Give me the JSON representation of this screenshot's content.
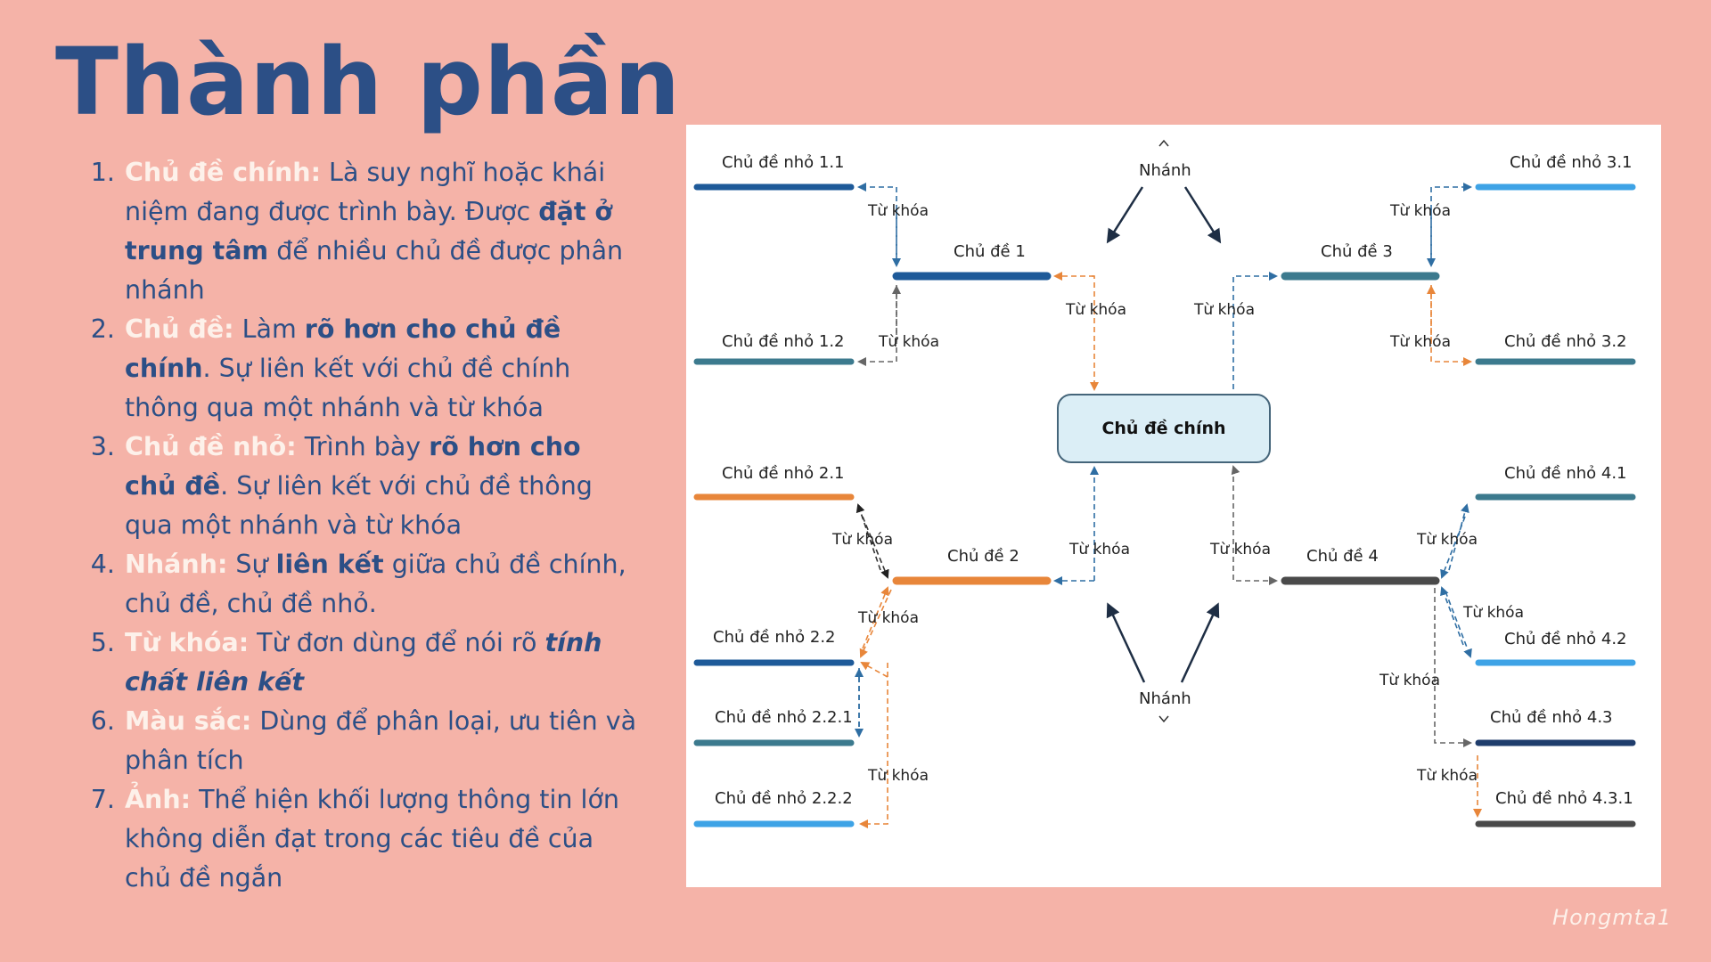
{
  "title": "Thành phần",
  "items": [
    {
      "term": "Chủ đề chính:",
      "text_a": " Là suy nghĩ hoặc khái niệm đang được trình bày. Được ",
      "emphasis_a": "đặt ở trung tâm",
      "text_b": " để nhiều chủ đề được phân nhánh"
    },
    {
      "term": "Chủ đề:",
      "text_a": " Làm ",
      "emphasis_a": "rõ hơn cho chủ đề chính",
      "text_b": ". Sự liên kết với chủ đề chính thông qua một nhánh và từ khóa"
    },
    {
      "term": "Chủ đề nhỏ:",
      "text_a": " Trình bày ",
      "emphasis_a": "rõ hơn cho chủ đề",
      "text_b": ". Sự liên kết với chủ đề thông qua một nhánh và từ khóa"
    },
    {
      "term": "Nhánh:",
      "text_a": " Sự ",
      "emphasis_a": "liên kết",
      "text_b": " giữa chủ đề chính, chủ đề, chủ đề nhỏ."
    },
    {
      "term": "Từ khóa:",
      "text_a": " Từ đơn dùng để nói rõ ",
      "emphasis_a": "tính chất liên kết",
      "text_b": ""
    },
    {
      "term": "Màu sắc:",
      "text_a": " Dùng để phân loại, ưu tiên và phân tích",
      "emphasis_a": "",
      "text_b": ""
    },
    {
      "term": "Ảnh:",
      "text_a": " Thể hiện khối lượng thông tin lớn không diễn đạt trong các tiêu đề của chủ đề ngắn",
      "emphasis_a": "",
      "text_b": ""
    }
  ],
  "diagram": {
    "central": "Chủ đề chính",
    "branch": "Nhánh",
    "keyword": "Từ khóa",
    "topics": [
      "Chủ đề 1",
      "Chủ đề 2",
      "Chủ đề 3",
      "Chủ đề 4"
    ],
    "subtopics": {
      "s11": "Chủ đề nhỏ 1.1",
      "s12": "Chủ đề nhỏ 1.2",
      "s21": "Chủ đề nhỏ 2.1",
      "s22": "Chủ đề nhỏ 2.2",
      "s221": "Chủ đề nhỏ 2.2.1",
      "s222": "Chủ đề nhỏ 2.2.2",
      "s31": "Chủ đề nhỏ 3.1",
      "s32": "Chủ đề nhỏ 3.2",
      "s41": "Chủ đề nhỏ 4.1",
      "s42": "Chủ đề nhỏ 4.2",
      "s43": "Chủ đề nhỏ 4.3",
      "s431": "Chủ đề nhỏ 4.3.1"
    },
    "colors": {
      "navy": "#1e5a99",
      "teal": "#3c7a8e",
      "orange": "#e8863a",
      "sky": "#3ea3e6",
      "dark": "#4a4a4a",
      "deepnavy": "#1f3d6c"
    }
  },
  "footer": "Hongmta1"
}
